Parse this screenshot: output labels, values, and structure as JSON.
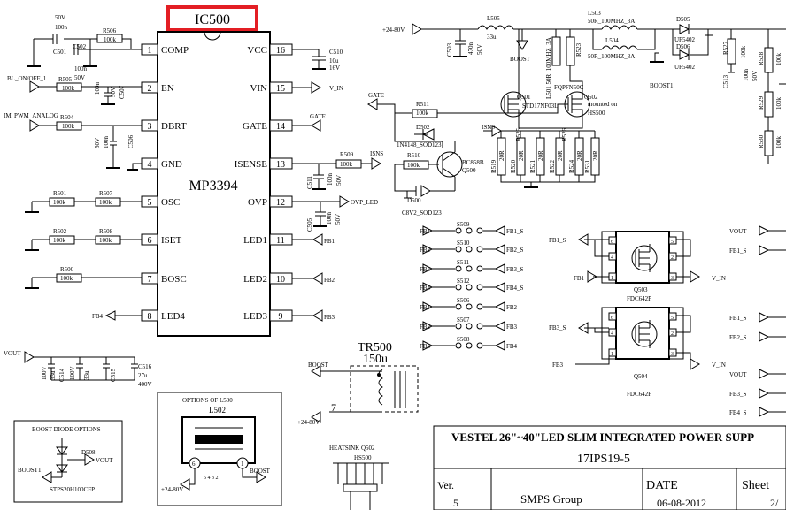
{
  "ic": {
    "ref": "IC500",
    "part": "MP3394",
    "left_pins": [
      {
        "num": "1",
        "name": "COMP"
      },
      {
        "num": "2",
        "name": "EN"
      },
      {
        "num": "3",
        "name": "DBRT"
      },
      {
        "num": "4",
        "name": "GND"
      },
      {
        "num": "5",
        "name": "OSC"
      },
      {
        "num": "6",
        "name": "ISET"
      },
      {
        "num": "7",
        "name": "BOSC"
      },
      {
        "num": "8",
        "name": "LED4"
      }
    ],
    "right_pins": [
      {
        "num": "16",
        "name": "VCC"
      },
      {
        "num": "15",
        "name": "VIN"
      },
      {
        "num": "14",
        "name": "GATE"
      },
      {
        "num": "13",
        "name": "ISENSE"
      },
      {
        "num": "12",
        "name": "OVP"
      },
      {
        "num": "11",
        "name": "LED1"
      },
      {
        "num": "10",
        "name": "LED2"
      },
      {
        "num": "9",
        "name": "LED3"
      }
    ]
  },
  "left_nets": {
    "bl_on_off": "BL_ON/OFF_1",
    "pwm_analog": "IM_PWM_ANALOG",
    "fb4": "FB4",
    "vout": "VOUT"
  },
  "left_parts": {
    "c_top": [
      "50V",
      "100n",
      "C501"
    ],
    "c502": [
      "C502",
      "100n",
      "50V"
    ],
    "r506": [
      "R506",
      "100k"
    ],
    "r505": [
      "R505",
      "100k"
    ],
    "c507": [
      "100n",
      "50V",
      "C507"
    ],
    "r504": [
      "R504",
      "100k"
    ],
    "c506": [
      "50V",
      "100n",
      "C506"
    ],
    "r501": [
      "R501",
      "100k"
    ],
    "r507": [
      "R507",
      "100k"
    ],
    "r502": [
      "R502",
      "100k"
    ],
    "r508": [
      "R508",
      "100k"
    ],
    "r500": [
      "R500",
      "100k"
    ],
    "c514": [
      "100V",
      "33u",
      "C514"
    ],
    "c515": [
      "100V",
      "33u",
      "C515"
    ],
    "c516": [
      "C516",
      "27u",
      "400V"
    ]
  },
  "right_ic_nets": {
    "vin": "V_IN",
    "gate": "GATE",
    "isns": "ISNS",
    "ovp": "OVP_LED",
    "fb1": "FB1",
    "fb2": "FB2",
    "fb3": "FB3",
    "r509": [
      "R509",
      "100k"
    ],
    "c510": [
      "C510",
      "10u",
      "16V"
    ],
    "c511": [
      "C511",
      "100n",
      "50V"
    ],
    "c505": [
      "C505",
      "100n",
      "50V"
    ]
  },
  "power": {
    "supply": "+24-80V",
    "c503": [
      "C503",
      "470n",
      "50V"
    ],
    "l505": [
      "L505",
      "33u"
    ],
    "boost": "BOOST",
    "l503": [
      "L503",
      "50R_100MHZ_3A"
    ],
    "l504": [
      "L504",
      "50R_100MHZ_3A"
    ],
    "l501": "L501 50R_100MHZ_3A",
    "r523": "R523",
    "q501": "Q501",
    "q501_part": "STD17NF03L",
    "q502": "Q502",
    "q502_part": "FQPFN50C",
    "q502_note1": "mounted on",
    "q502_note2": "HS500",
    "d505": [
      "D505",
      "UF5402"
    ],
    "d506": [
      "D506",
      "UF5402"
    ],
    "boost1": "BOOST1",
    "r527": [
      "R527",
      "100k"
    ],
    "c513": [
      "C513",
      "100n",
      "50V"
    ],
    "r528": [
      "R528",
      "100k"
    ],
    "r529": [
      "R529",
      "100k"
    ],
    "r530": [
      "R530",
      "100k"
    ]
  },
  "driver": {
    "gate": "GATE",
    "r511": [
      "R511",
      "100k"
    ],
    "d502": [
      "D502",
      "1N4148_SOD123"
    ],
    "isns": "ISNS",
    "r510": [
      "R510",
      "100k"
    ],
    "q500": [
      "BC858B",
      "Q500"
    ],
    "d500": [
      "D500",
      "C8V2_SOD123"
    ],
    "sense_res": [
      {
        "ref": "R519",
        "val": "20R"
      },
      {
        "ref": "R520",
        "val": "20R"
      },
      {
        "ref": "R521",
        "val": "20R"
      },
      {
        "ref": "R522",
        "val": "20R"
      },
      {
        "ref": "R524",
        "val": "20R"
      },
      {
        "ref": "R531",
        "val": "20R"
      }
    ],
    "r525": "R525",
    "r526": "R526"
  },
  "jumpers": [
    {
      "left": "FB1",
      "ref": "S509",
      "right": "FB1_S"
    },
    {
      "left": "FB2",
      "ref": "S510",
      "right": "FB2_S"
    },
    {
      "left": "FB3",
      "ref": "S511",
      "right": "FB3_S"
    },
    {
      "left": "FB4",
      "ref": "S512",
      "right": "FB4_S"
    },
    {
      "left": "FB1",
      "ref": "S506",
      "right": "FB2"
    },
    {
      "left": "FB2",
      "ref": "S507",
      "right": "FB3"
    },
    {
      "left": "FB3",
      "ref": "S508",
      "right": "FB4"
    }
  ],
  "mosfets": {
    "q503": {
      "ref": "Q503",
      "part": "FDC642P",
      "fb1s": "FB1_S",
      "fb1": "FB1",
      "vin": "V_IN"
    },
    "q504": {
      "ref": "Q504",
      "part": "FDC642P",
      "fb3s": "FB3_S",
      "fb3": "FB3",
      "vin": "V_IN"
    },
    "pins": [
      "1",
      "2",
      "3",
      "4",
      "5",
      "6"
    ],
    "right_nets": [
      "VOUT",
      "FB1_S",
      "FB1_S",
      "FB2_S",
      "VOUT",
      "FB3_S",
      "FB4_S"
    ]
  },
  "tr500": {
    "ref": "TR500",
    "value": "150u",
    "boost": "BOOST",
    "supply": "+24-80V",
    "pin": "7"
  },
  "l502_box": {
    "title": "OPTIONS OF L500",
    "ref": "L502",
    "pin6": "6",
    "pin1": "1",
    "pins": "5 4 3 2",
    "supply": "+24-80V",
    "boost": "BOOST"
  },
  "boost_diode": {
    "title": "BOOST DIODE OPTIONS",
    "ref": "D508",
    "boost1": "BOOST1",
    "vout": "VOUT",
    "part": "STPS20H100CFP"
  },
  "heatsink": {
    "label": "HEATSINK Q502",
    "ref": "HS500"
  },
  "title_block": {
    "title": "VESTEL 26\"~40\"LED SLIM INTEGRATED POWER SUPP",
    "doc": "17IPS19-5",
    "ver_label": "Ver.",
    "ver": "5",
    "group": "SMPS Group",
    "date_label": "DATE",
    "date": "06-08-2012",
    "sheet_label": "Sheet",
    "sheet": "2/"
  }
}
